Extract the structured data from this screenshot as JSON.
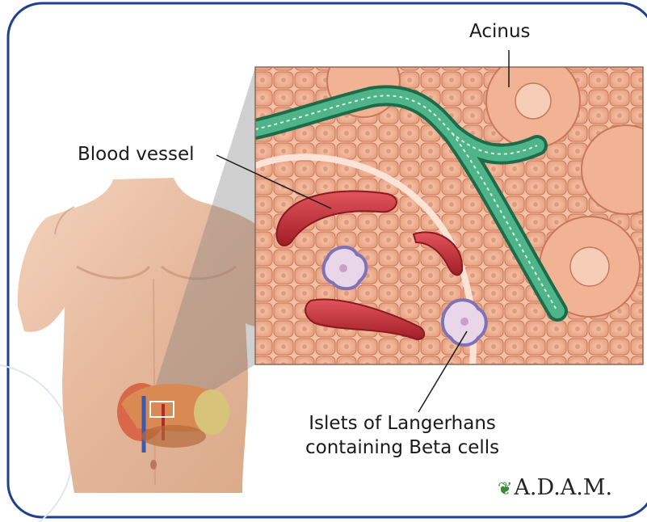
{
  "labels": {
    "acinus": "Acinus",
    "blood_vessel": "Blood vessel",
    "islets_line1": "Islets of Langerhans",
    "islets_line2": "containing Beta cells"
  },
  "logo": {
    "text": "A.D.A.M.",
    "leaf": "❦"
  },
  "colors": {
    "frame": "#1f3f8f",
    "tissue": "#f2b89c",
    "vessel_green": "#3a9f7a",
    "blood_red": "#c8323a",
    "islet_purple": "#8f86c6",
    "skin": "#e6bca0"
  }
}
